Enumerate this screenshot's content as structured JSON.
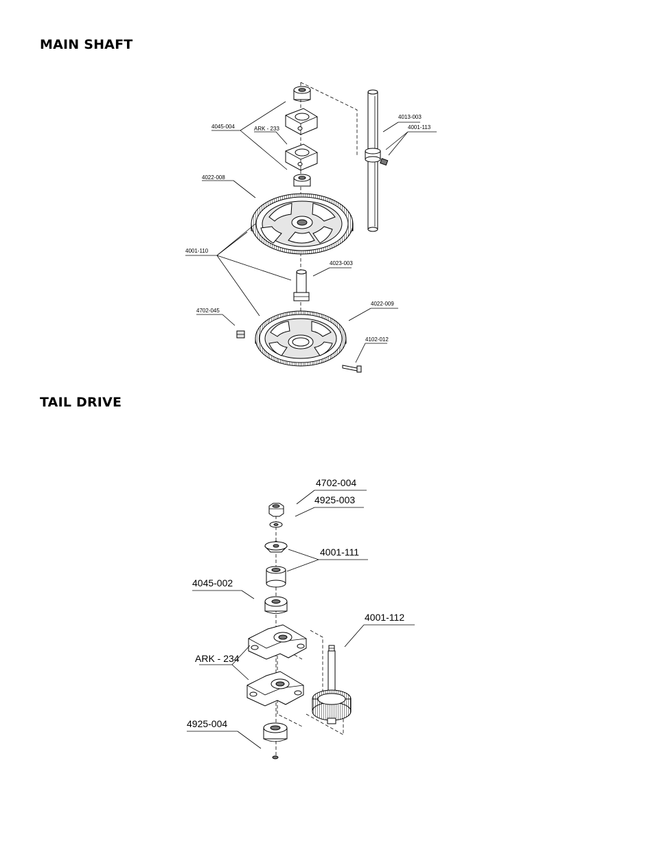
{
  "sections": {
    "main_shaft": {
      "title": "MAIN SHAFT",
      "labels": {
        "l_4045_004": "4045-004",
        "l_ark_233": "ARK - 233",
        "l_4022_008": "4022-008",
        "l_4001_110": "4001-110",
        "l_4013_003": "4013-003",
        "l_4001_113": "4001-113",
        "l_4023_003": "4023-003",
        "l_4702_045": "4702-045",
        "l_4022_009": "4022-009",
        "l_4102_012": "4102-012"
      }
    },
    "tail_drive": {
      "title": "TAIL DRIVE",
      "labels": {
        "l_4702_004": "4702-004",
        "l_4925_003": "4925-003",
        "l_4001_111": "4001-111",
        "l_4045_002": "4045-002",
        "l_4001_112": "4001-112",
        "l_ark_234": "ARK - 234",
        "l_4925_004": "4925-004"
      }
    }
  },
  "icons": [
    "bearing-icon",
    "bearing-block-icon",
    "main-gear-icon",
    "shaft-icon",
    "collar-icon",
    "set-screw-icon",
    "pulley-icon",
    "tail-gear-icon",
    "nut-icon",
    "washer-icon"
  ]
}
